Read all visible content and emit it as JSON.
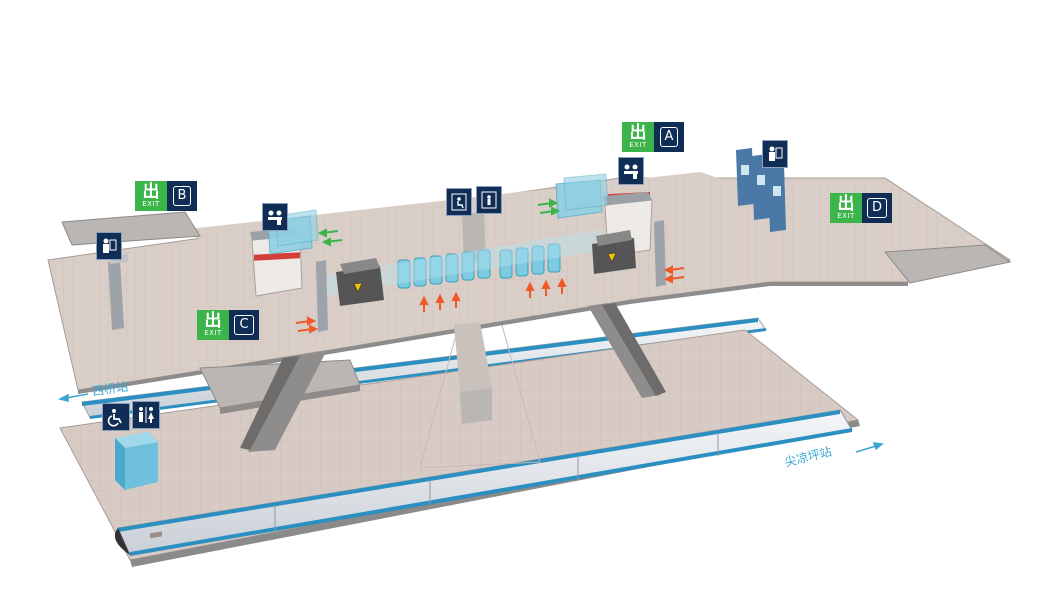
{
  "station_labels": {
    "west": "西桥站",
    "east": "尖凉坪站"
  },
  "exits": [
    {
      "id": "A",
      "cn": "出",
      "en": "EXIT",
      "letter": "A"
    },
    {
      "id": "B",
      "cn": "出",
      "en": "EXIT",
      "letter": "B"
    },
    {
      "id": "C",
      "cn": "出",
      "en": "EXIT",
      "letter": "C"
    },
    {
      "id": "D",
      "cn": "出",
      "en": "EXIT",
      "letter": "D"
    }
  ],
  "facility_icons": [
    "ticket-service-icon",
    "customer-service-icon",
    "ticket-machine-icon",
    "accessible-elevator-icon",
    "elevator-icon",
    "accessible-icon",
    "restroom-icon"
  ],
  "colors": {
    "exit_green": "#3bb54a",
    "sign_navy": "#0f2d55",
    "floor_tile": "#d9ccc6",
    "gate_cyan": "#7ccbe0",
    "arrow_orange": "#f05a28",
    "arrow_green": "#3bb54a",
    "label_blue": "#3aa6d6"
  }
}
